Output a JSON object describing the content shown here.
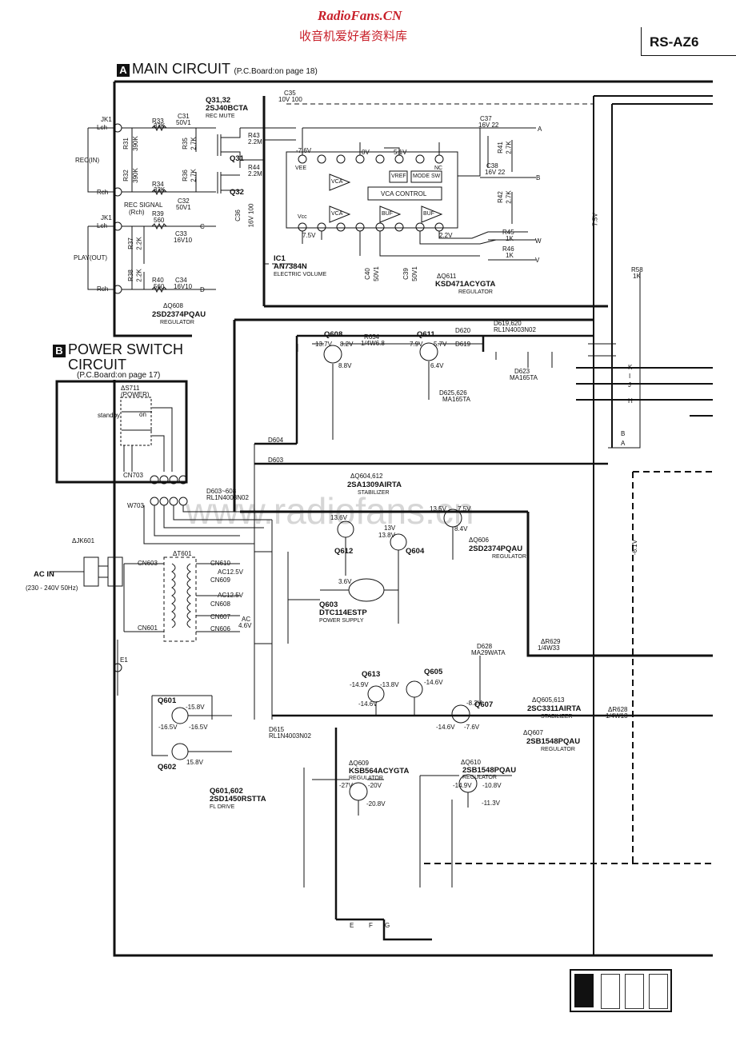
{
  "header": {
    "watermark_site": "RadioFans.CN",
    "watermark_cn": "收音机爱好者资料库",
    "model": "RS-AZ6"
  },
  "sections": {
    "main": {
      "badge": "A",
      "title": "MAIN  CIRCUIT",
      "sub": "(P.C.Board:on page 18)"
    },
    "power": {
      "badge": "B",
      "title1": "POWER SWITCH",
      "title2": "CIRCUIT",
      "sub": "(P.C.Board:on page 17)"
    }
  },
  "watermark_faint": "www.radiofans.cn",
  "labels": {
    "q31_32": "Q31,32",
    "q31_32_part": "2SJ40BCTA",
    "q31_32_fn": "REC MUTE",
    "jk1_a": "JK1",
    "lch_a": "Lch",
    "rch_a": "Rch",
    "rec_in": "REC(IN)",
    "jk1_b": "JK1",
    "lch_b": "Lch",
    "rch_b": "Rch",
    "play_out": "PLAY(OUT)",
    "rec_signal": "REC SIGNAL",
    "rec_signal_rch": "(Rch)",
    "q31": "Q31",
    "q32": "Q32",
    "ic1": "IC1",
    "ic1_part": "AN7384N",
    "ic1_fn": "ELECTRIC VOLUME",
    "vca_control": "VCA  CONTROL",
    "vref": "VREF",
    "mode_sw": "MODE SW",
    "vca1": "VCA",
    "vca2": "VCA",
    "buf1": "BUF",
    "buf2": "BUF",
    "vee": "VEE",
    "vcc": "Vcc",
    "nc": "NC",
    "v_neg76": "-7.6V",
    "v0a": "0V",
    "v51": "5.1V",
    "v75": "7.5V",
    "v22": "2.2V",
    "r33": "R33",
    "r33v": "33K",
    "c31": "C31",
    "c31v": "50V1",
    "r34": "R34",
    "r34v": "33K",
    "c32": "C32",
    "c32v": "50V1",
    "r31": "R31",
    "r31v": "390K",
    "r32": "R32",
    "r32v": "390K",
    "r35": "R35",
    "r35v": "2.7K",
    "r36": "R36",
    "r36v": "2.7K",
    "r43": "R43",
    "r43v": "2.2M",
    "r44": "R44",
    "r44v": "2.2M",
    "c35": "C35",
    "c35v": "10V 100",
    "c36": "C36",
    "c36v": "16V 100",
    "r39": "R39",
    "r39v": "560",
    "c33": "C33",
    "c33v": "16V10",
    "r40": "R40",
    "r40v": "560",
    "c34": "C34",
    "c34v": "16V10",
    "r37": "R37",
    "r37v": "2.2K",
    "r38": "R38",
    "r38v": "2.2K",
    "c37": "C37",
    "c37v": "16V 22",
    "c38": "C38",
    "c38v": "16V 22",
    "r41": "R41",
    "r41v": "2.7K",
    "r42": "R42",
    "r42v": "2.7K",
    "r45": "R45",
    "r45v": "1K",
    "r46": "R46",
    "r46v": "1K",
    "c40": "C40",
    "c40v": "50V1",
    "c39": "C39",
    "c39v": "50V1",
    "q611_tag": "ΔQ611",
    "q611_part": "KSD471ACYGTA",
    "q611_fn": "REGULATOR",
    "q608_tag": "ΔQ608",
    "q608_part": "2SD2374PQAU",
    "q608_fn": "REGULATOR",
    "s711": "ΔS711",
    "s711_fn": "(POWER)",
    "standby": "standby",
    "on": "on",
    "cn703": "CN703",
    "w703": "W703",
    "d603_608": "D603~608",
    "d603_608_part": "RL1N4003N02",
    "q608": "Q608",
    "q611": "Q611",
    "r634": "R634",
    "r634v": "1/4W6.8",
    "d620": "D620",
    "d619": "D619",
    "d619_620": "D619,620",
    "d619_620_part": "RL1N4003N02",
    "d623": "D623",
    "d623_part": "MA165TA",
    "d625_626": "D625,626",
    "d625_626_part": "MA165TA",
    "d604": "D604",
    "d603": "D603",
    "q604_612_tag": "ΔQ604,612",
    "q604_612_part": "2SA1309AIRTA",
    "q604_612_fn": "STABILIZER",
    "q612": "Q612",
    "q604": "Q604",
    "q606_tag": "ΔQ606",
    "q606_part": "2SD2374PQAU",
    "q606_fn": "REGULATOR",
    "q603": "Q603",
    "q603_part": "DTC114ESTP",
    "q603_fn": "POWER SUPPLY",
    "jk601": "ΔJK601",
    "ac_in": "AC IN",
    "ac_in_spec": "(230 - 240V 50Hz)",
    "t601": "ΔT601",
    "cn603": "CN603",
    "cn601": "CN601",
    "cn610": "CN610",
    "cn609": "CN609",
    "cn608": "CN608",
    "cn607": "CN607",
    "cn606": "CN606",
    "ac125a": "AC12.5V",
    "ac125b": "AC12.5V",
    "ac46": "AC",
    "ac46v": "4.6V",
    "e1": "E1",
    "q601": "Q601",
    "q602": "Q602",
    "q601_602": "Q601,602",
    "q601_602_part": "2SD1450RSTTA",
    "q601_602_fn": "FL DRIVE",
    "q613": "Q613",
    "q605": "Q605",
    "q607": "Q607",
    "q605_613_tag": "ΔQ605,613",
    "q605_613_part": "2SC3311AIRTA",
    "q605_613_fn": "STABILIZER",
    "q607_tag": "ΔQ607",
    "q607_part": "2SB1548PQAU",
    "q607_fn": "REGULATOR",
    "q609_tag": "ΔQ609",
    "q609_part": "KSB564ACYGTA",
    "q609_fn": "REGULATOR",
    "q610_tag": "ΔQ610",
    "q610_part": "2SB1548PQAU",
    "q610_fn": "REGULATOR",
    "d615": "D615",
    "d615_part": "RL1N4003N02",
    "d628": "D628",
    "d628_part": "MA29WATA",
    "r629": "ΔR629",
    "r629v": "1/4W33",
    "r628": "ΔR628",
    "r628v": "1/4W18",
    "r58": "R58",
    "r58v": "1K",
    "p_E": "E",
    "p_F": "F",
    "p_G": "G",
    "p_A1": "A",
    "p_B1": "B",
    "p_C": "C",
    "p_D": "D",
    "p_W": "W",
    "p_V": "V",
    "p_K": "K",
    "p_I": "I",
    "p_J": "J",
    "p_H": "H",
    "p_B2": "B",
    "p_A2": "A",
    "v_13_7": "13.7V",
    "v_8_2": "8.2V",
    "v_8_8": "8.8V",
    "v_7_9": "7.9V",
    "v_5_7": "5.7V",
    "v_6_4": "6.4V",
    "v_13_5": "13.5V",
    "v_7_5": "7.5V",
    "v_8_4": "8.4V",
    "v_13": "13V",
    "v_13_8": "13.8V",
    "v_13_6": "13.6V",
    "v_3_6": "3.6V",
    "v_15_8": "-15.8V",
    "v_16_5": "-16.5V",
    "v_16_5b": "-16.5V",
    "v_15_8b": "15.8V",
    "v_14_9": "-14.9V",
    "v_13_8n": "-13.8V",
    "v_14_6": "-14.6V",
    "v_14_6b": "-14.6V",
    "v_8_3": "-8.3V",
    "v_7_6": "-7.6V",
    "v_14_6c": "-14.6V",
    "v_27": "-27V",
    "v_20": "-20V",
    "v_20_8": "-20.8V",
    "v_14_9b": "-14.9V",
    "v_10_8": "-10.8V",
    "v_11_3": "-11.3V",
    "v_side1": "7.5V",
    "v_side2": "-6.1V"
  },
  "colors": {
    "ink": "#111111",
    "watermark": "#c8202a"
  }
}
